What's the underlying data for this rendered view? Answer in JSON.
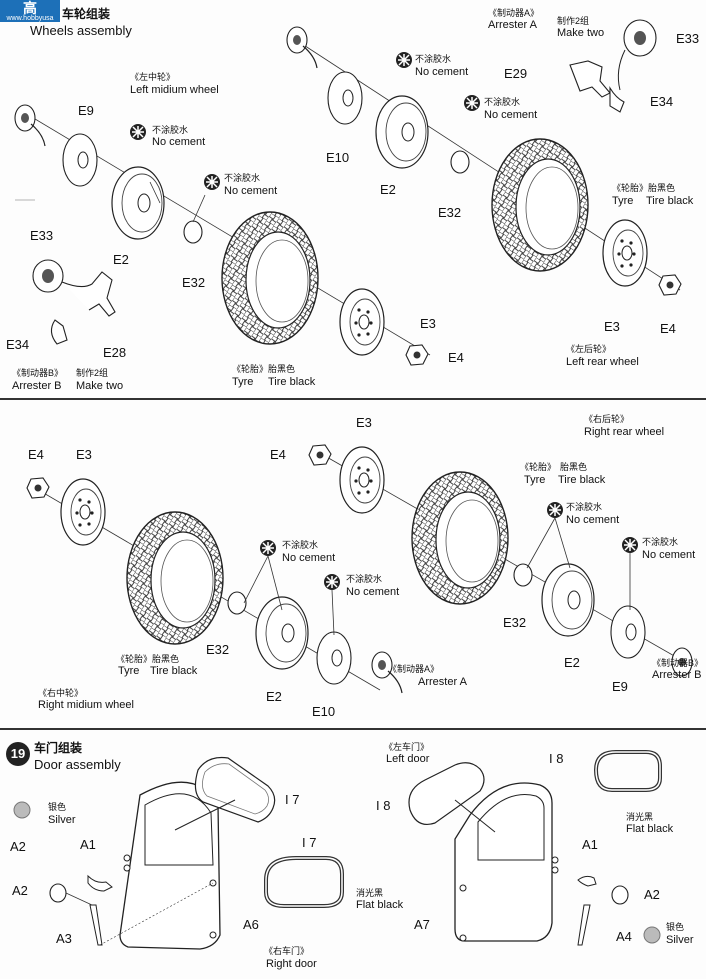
{
  "watermark": {
    "main": "高",
    "sub": "www.hobbyusa"
  },
  "section_wheels": {
    "title_cn": "车轮组装",
    "title_en": "Wheels assembly"
  },
  "labels": {
    "left_mid_wheel_cn": "《左中轮》",
    "left_mid_wheel_en": "Left midium wheel",
    "no_cement_cn": "不涂胶水",
    "no_cement_en": "No cement",
    "arrester_a_cn": "《制动器A》",
    "arrester_a_en": "Arrester A",
    "arrester_b_cn": "《制动器B》",
    "arrester_b_en": "Arrester B",
    "make_two_cn": "制作2组",
    "make_two_en": "Make two",
    "tyre_cn": "《轮胎》",
    "tyre_en": "Tyre",
    "tire_black_cn": "胎黑色",
    "tire_black_en": "Tire black",
    "left_rear_wheel_cn": "《左后轮》",
    "left_rear_wheel_en": "Left rear wheel",
    "right_rear_wheel_cn": "《右后轮》",
    "right_rear_wheel_en": "Right rear wheel",
    "right_mid_wheel_cn": "《右中轮》",
    "right_mid_wheel_en": "Right midium wheel",
    "left_door_cn": "《左车门》",
    "left_door_en": "Left door",
    "right_door_cn": "《右车门》",
    "right_door_en": "Right door",
    "flat_black_cn": "消光黑",
    "flat_black_en": "Flat black",
    "silver_cn": "银色",
    "silver_en": "Silver"
  },
  "section_door": {
    "step": "19",
    "title_cn": "车门组装",
    "title_en": "Door assembly"
  },
  "parts": {
    "E2": "E2",
    "E3": "E3",
    "E4": "E4",
    "E9": "E9",
    "E10": "E10",
    "E28": "E28",
    "E29": "E29",
    "E32": "E32",
    "E33": "E33",
    "E34": "E34",
    "A1": "A1",
    "A2": "A2",
    "A3": "A3",
    "A4": "A4",
    "A6": "A6",
    "A7": "A7",
    "I7": "I 7",
    "I8": "I 8"
  }
}
